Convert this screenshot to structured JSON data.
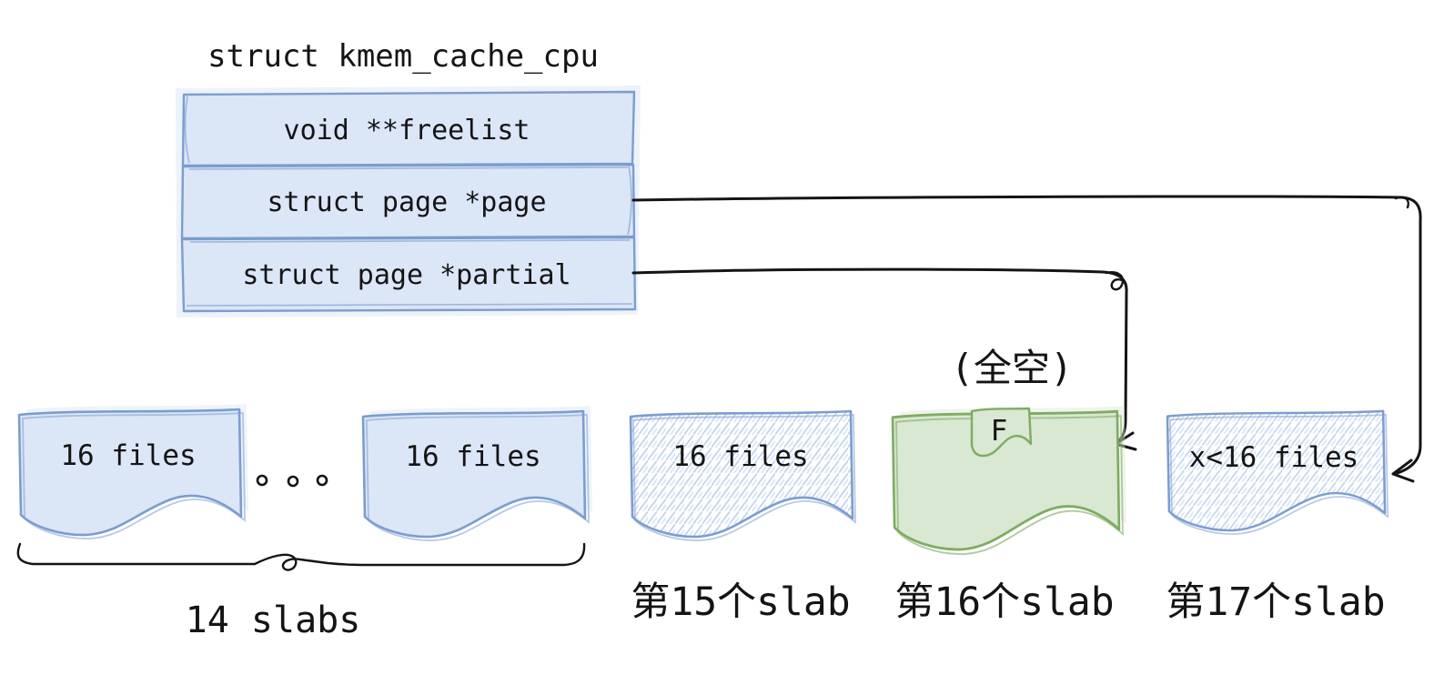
{
  "colors": {
    "blue_fill": "#dbe6f7",
    "blue_stroke": "#7b9dd0",
    "hatch_line": "#c2d4ee",
    "green_fill": "#d9e8d2",
    "green_stroke": "#7fac64",
    "ink": "#141414"
  },
  "struct_box": {
    "title": "struct kmem_cache_cpu",
    "fields": [
      {
        "label": "void **freelist"
      },
      {
        "label": "struct page *page"
      },
      {
        "label": "struct page *partial"
      }
    ]
  },
  "slabs": [
    {
      "label": "16 files",
      "style": "solid-blue"
    },
    {
      "label": "16 files",
      "style": "solid-blue"
    },
    {
      "label": "16 files",
      "style": "hatched-blue"
    },
    {
      "label": "F",
      "note": "(全空)",
      "style": "solid-green"
    },
    {
      "label": "x<16 files",
      "style": "hatched-blue"
    }
  ],
  "captions": {
    "group": "14 slabs",
    "slab15": "第15个slab",
    "slab16": "第16个slab",
    "slab17": "第17个slab"
  },
  "arrows": [
    {
      "from": "struct page *page",
      "to": "第17个slab"
    },
    {
      "from": "struct page *partial",
      "to": "第16个slab"
    }
  ]
}
